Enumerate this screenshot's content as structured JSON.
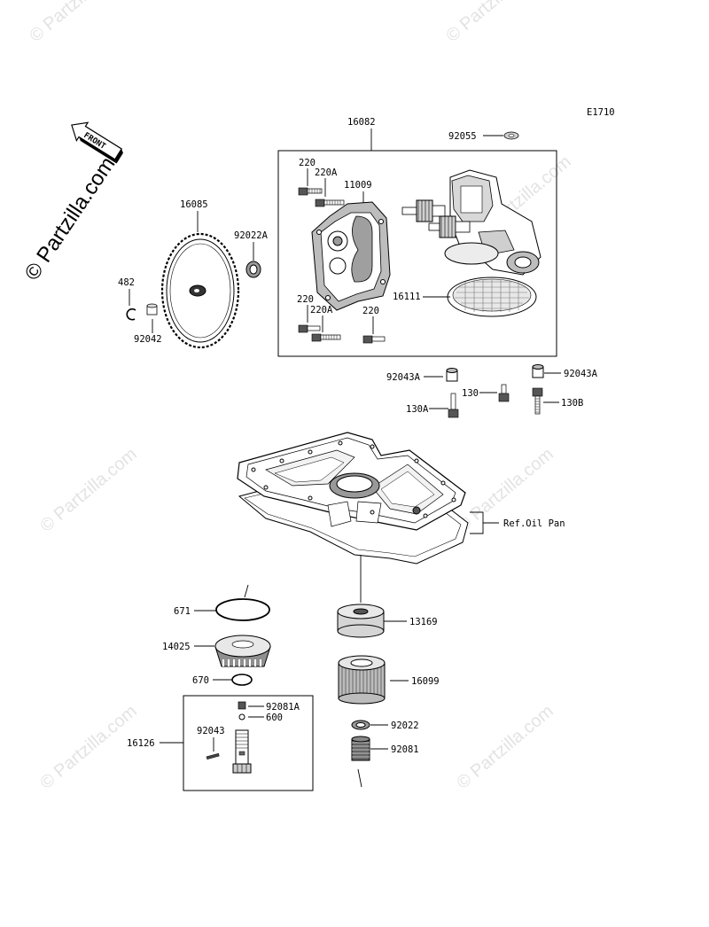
{
  "diagram_code": "E1710",
  "front_label": "FRONT",
  "watermark_main": "© Partzilla.com",
  "watermark_small": "© Partzilla.com",
  "labels": {
    "p16082": "16082",
    "p92055": "92055",
    "p220_a": "220",
    "p220A_a": "220A",
    "p11009": "11009",
    "p16085": "16085",
    "p92022A": "92022A",
    "p482": "482",
    "p92042": "92042",
    "p220_b": "220",
    "p220A_b": "220A",
    "p220_c": "220",
    "p16111": "16111",
    "p92043A_l": "92043A",
    "p92043A_r": "92043A",
    "p130": "130",
    "p130A": "130A",
    "p130B": "130B",
    "ref_oil_pan": "Ref.Oil Pan",
    "p671": "671",
    "p14025": "14025",
    "p670": "670",
    "p13169": "13169",
    "p16099": "16099",
    "p92081A": "92081A",
    "p600": "600",
    "p92043": "92043",
    "p16126": "16126",
    "p92022": "92022",
    "p92081": "92081"
  }
}
